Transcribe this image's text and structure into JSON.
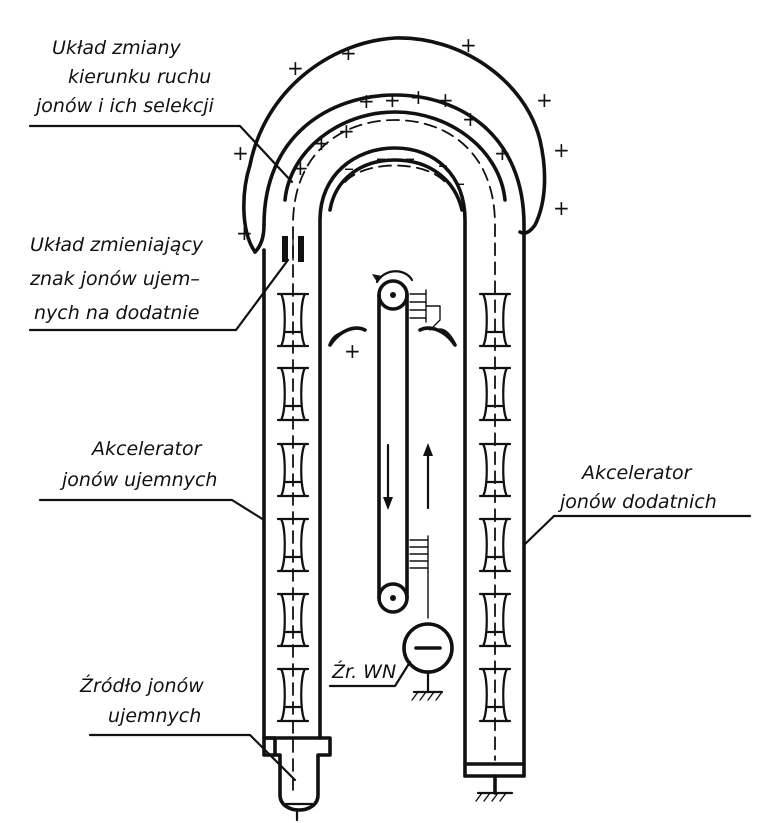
{
  "labels": {
    "direction_change": [
      "Układ zmiany",
      "kierunku ruchu",
      "jonów i ich selekcji"
    ],
    "charge_change": [
      "Układ zmieniający",
      "znak jonów ujem–",
      "nych na dodatnie"
    ],
    "negative_accel": [
      "Akcelerator",
      "jonów ujemnych"
    ],
    "positive_accel": [
      "Akcelerator",
      "jonów dodatnich"
    ],
    "ion_source": [
      "Źródło jonów",
      "ujemnych"
    ],
    "hv_source": "Źr. WN"
  },
  "symbols": {
    "plus": "+",
    "minus": "–"
  }
}
